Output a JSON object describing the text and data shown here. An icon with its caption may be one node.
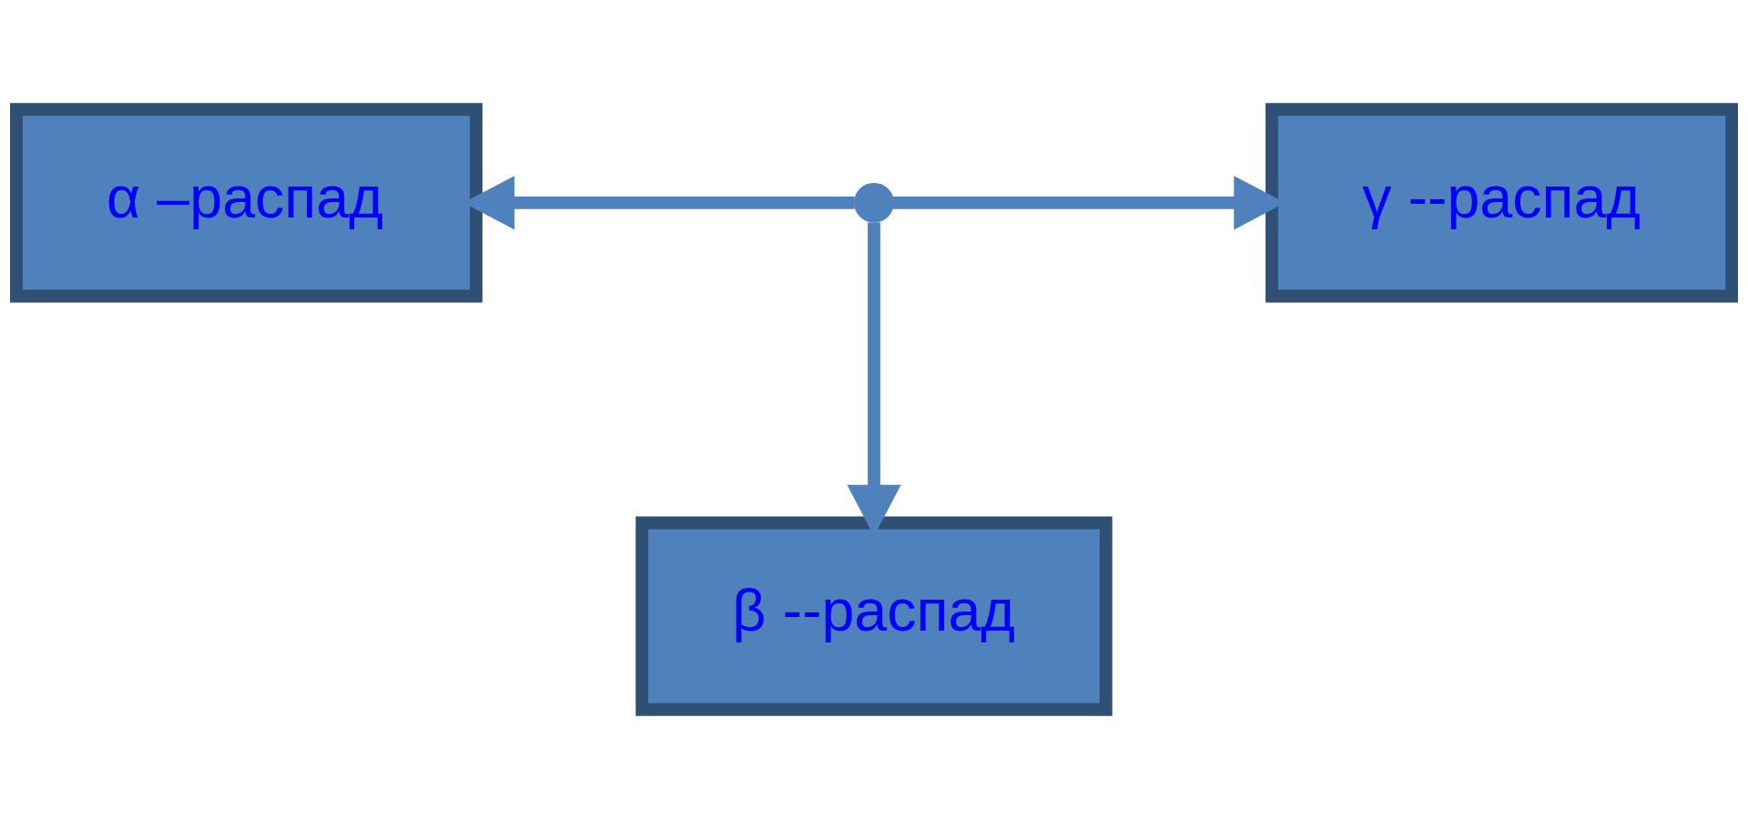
{
  "diagram": {
    "nodes": [
      {
        "text": [
          "α –распад"
        ]
      },
      {
        "text": [
          "γ --распад"
        ]
      },
      {
        "text": [
          "β --распад"
        ]
      },
      {
        "text": [],
        "shape": "circle"
      }
    ],
    "edges": [
      {
        "from": 3,
        "to": 0,
        "arrow": "to"
      },
      {
        "from": 3,
        "to": 1,
        "arrow": "to"
      },
      {
        "from": 3,
        "to": 2,
        "arrow": "to"
      }
    ]
  }
}
